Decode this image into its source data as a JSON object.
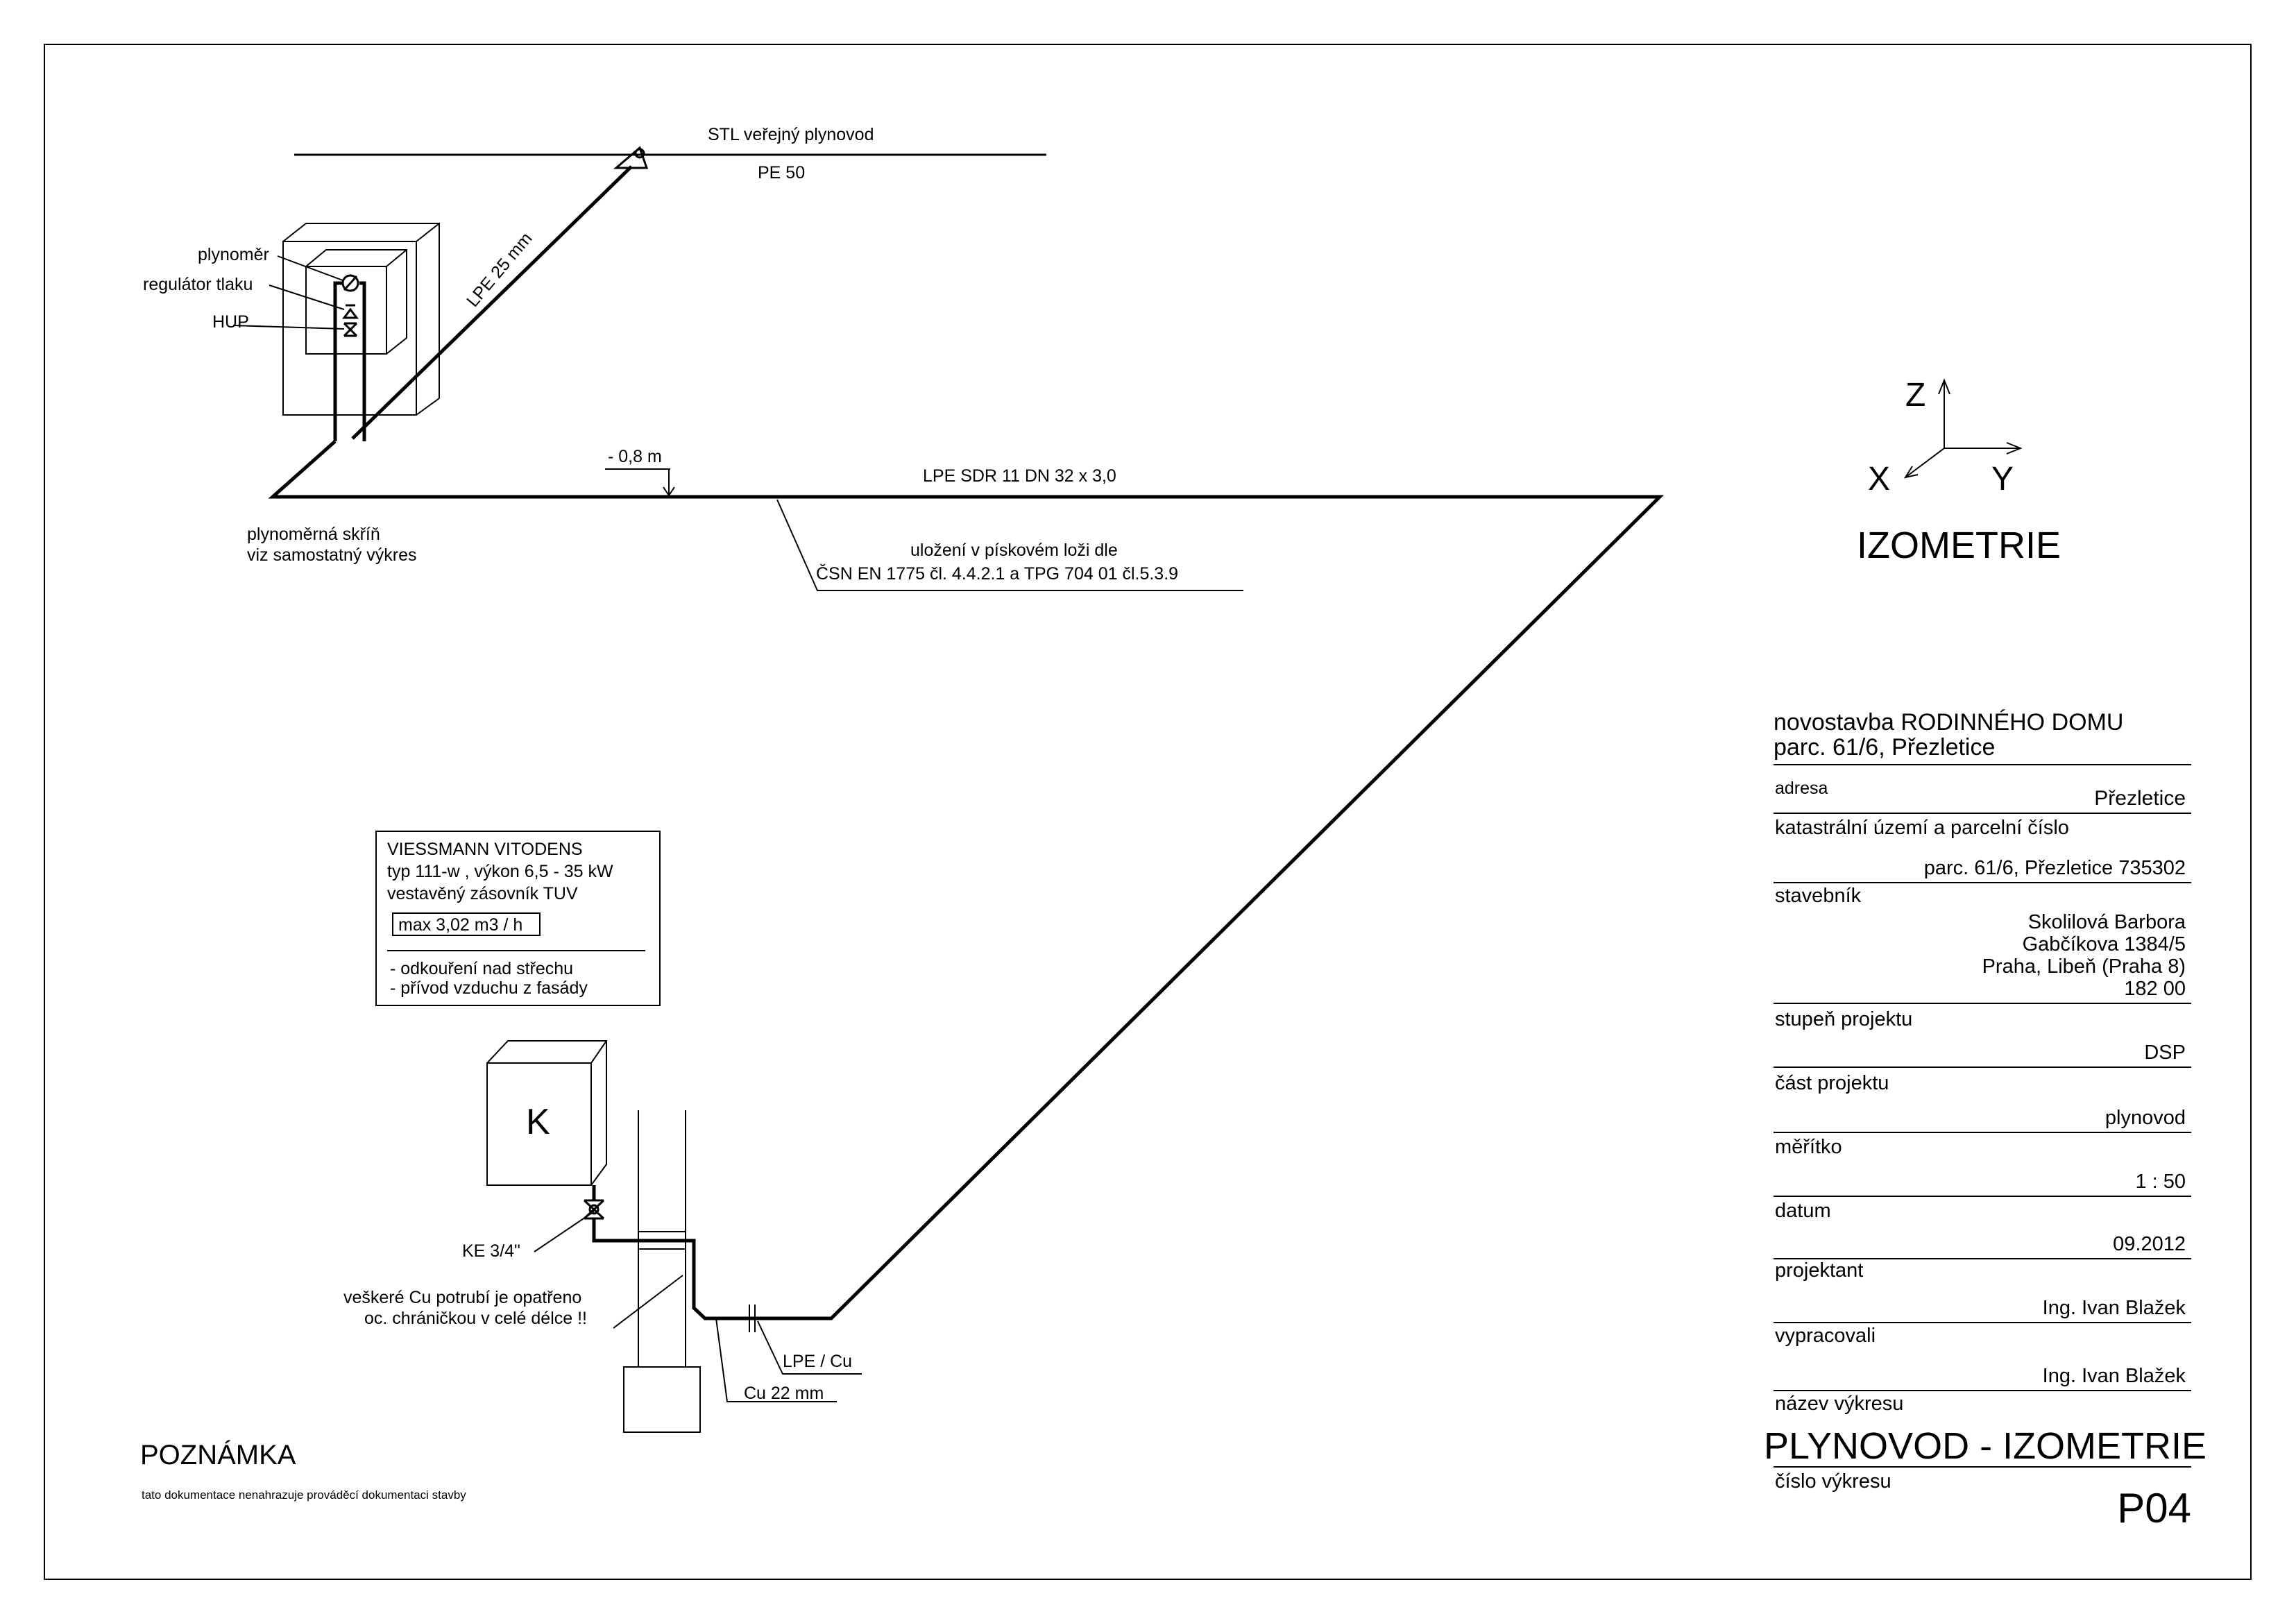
{
  "gas_main": {
    "label": "STL veřejný plynovod",
    "material": "PE 50"
  },
  "connection_pipe": {
    "label": "LPE 25 mm"
  },
  "meter_cabinet": {
    "labels": {
      "meter": "plynoměr",
      "regulator": "regulátor tlaku",
      "hup": "HUP"
    },
    "caption_line1": "plynoměrná skříň",
    "caption_line2": "viz samostatný výkres"
  },
  "main_pipe": {
    "depth": "- 0,8 m",
    "label": "LPE SDR 11 DN 32 x 3,0",
    "note_line1": "uložení v pískovém loži dle",
    "note_line2": "ČSN EN 1775 čl. 4.4.2.1 a TPG 704 01 čl.5.3.9"
  },
  "boiler": {
    "symbol": "K",
    "spec_lines": [
      "VIESSMANN VITODENS",
      "typ 111-w , výkon 6,5 - 35 kW",
      "vestavěný zásovník TUV"
    ],
    "flow": "max 3,02 m3 / h",
    "notes": [
      "- odkouření nad střechu",
      "- přívod vzduchu z fasády"
    ],
    "valve": "KE 3/4\"",
    "cu_note_line1": "veškeré Cu potrubí je opatřeno",
    "cu_note_line2": "oc. chráničkou v celé délce !!",
    "cu_pipe": "Cu 22 mm",
    "transition": "LPE / Cu"
  },
  "axes": {
    "z": "Z",
    "x": "X",
    "y": "Y",
    "title": "IZOMETRIE"
  },
  "note": {
    "heading": "POZNÁMKA",
    "text": "tato dokumentace nenahrazuje prováděcí dokumentaci stavby"
  },
  "title_block": {
    "project_line1": "novostavba RODINNÉHO DOMU",
    "project_line2": "parc. 61/6, Přezletice",
    "address_label": "adresa",
    "address_value": "Přezletice",
    "cadastre_label": "katastrální území a parcelní číslo",
    "cadastre_value": "parc. 61/6, Přezletice 735302",
    "builder_label": "stavebník",
    "builder_lines": [
      "Skolilová Barbora",
      "Gabčíkova 1384/5",
      "Praha, Libeň (Praha 8)",
      "182 00"
    ],
    "stage_label": "stupeň projektu",
    "stage_value": "DSP",
    "part_label": "část projektu",
    "part_value": "plynovod",
    "scale_label": "měřítko",
    "scale_value": "1 : 50",
    "date_label": "datum",
    "date_value": "09.2012",
    "designer_label": "projektant",
    "designer_value": "Ing. Ivan Blažek",
    "prepared_label": "vypracovali",
    "prepared_value": "Ing. Ivan Blažek",
    "drawing_name_label": "název výkresu",
    "drawing_name_value": "PLYNOVOD - IZOMETRIE",
    "drawing_number_label": "číslo výkresu",
    "drawing_number_value": "P04"
  }
}
